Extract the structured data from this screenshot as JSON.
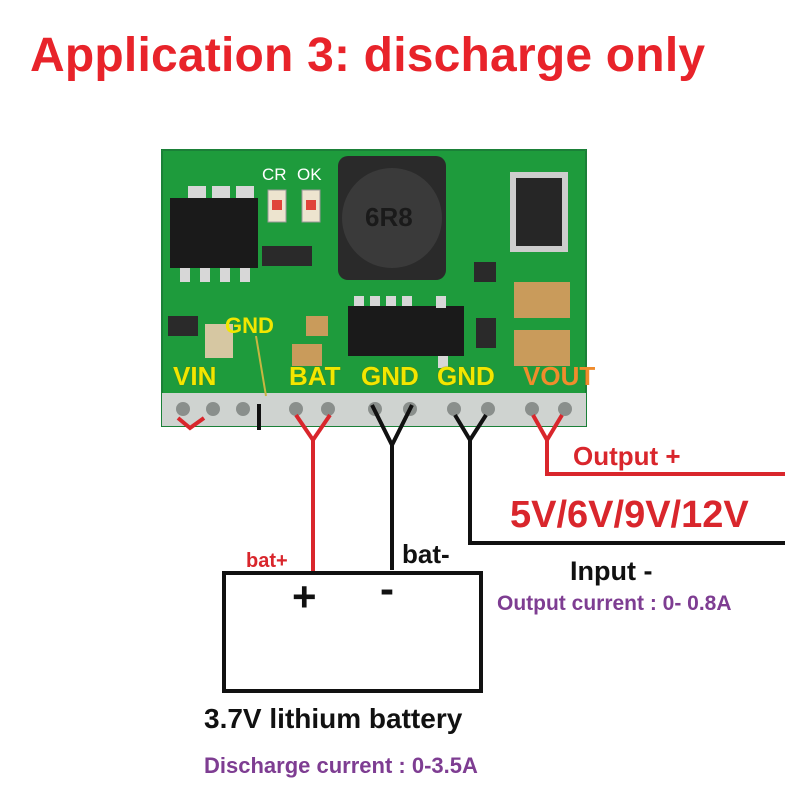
{
  "title": "Application 3: discharge only",
  "pins": {
    "vin": "VIN",
    "gnd_top": "GND",
    "bat": "BAT",
    "gnd1": "GND",
    "gnd2": "GND",
    "vout": "VOUT"
  },
  "board_marks": {
    "cr": "CR",
    "ok": "OK",
    "inductor": "6R8"
  },
  "output": {
    "plus": "Output +",
    "voltages": "5V/6V/9V/12V",
    "minus": "Input -",
    "current": "Output current : 0- 0.8A"
  },
  "battery": {
    "pos_wire": "bat+",
    "neg_wire": "bat-",
    "plus_sign": "+",
    "minus_sign": "-",
    "label": "3.7V lithium battery",
    "current": "Discharge current : 0-3.5A"
  },
  "colors": {
    "title": "#e8232a",
    "pcb": "#1e9b3c",
    "wire_pos": "#d9262c",
    "wire_neg": "#111111",
    "pin_label": "#f2e600",
    "vout_label": "#f08c2c",
    "current_text": "#7e3d92"
  }
}
